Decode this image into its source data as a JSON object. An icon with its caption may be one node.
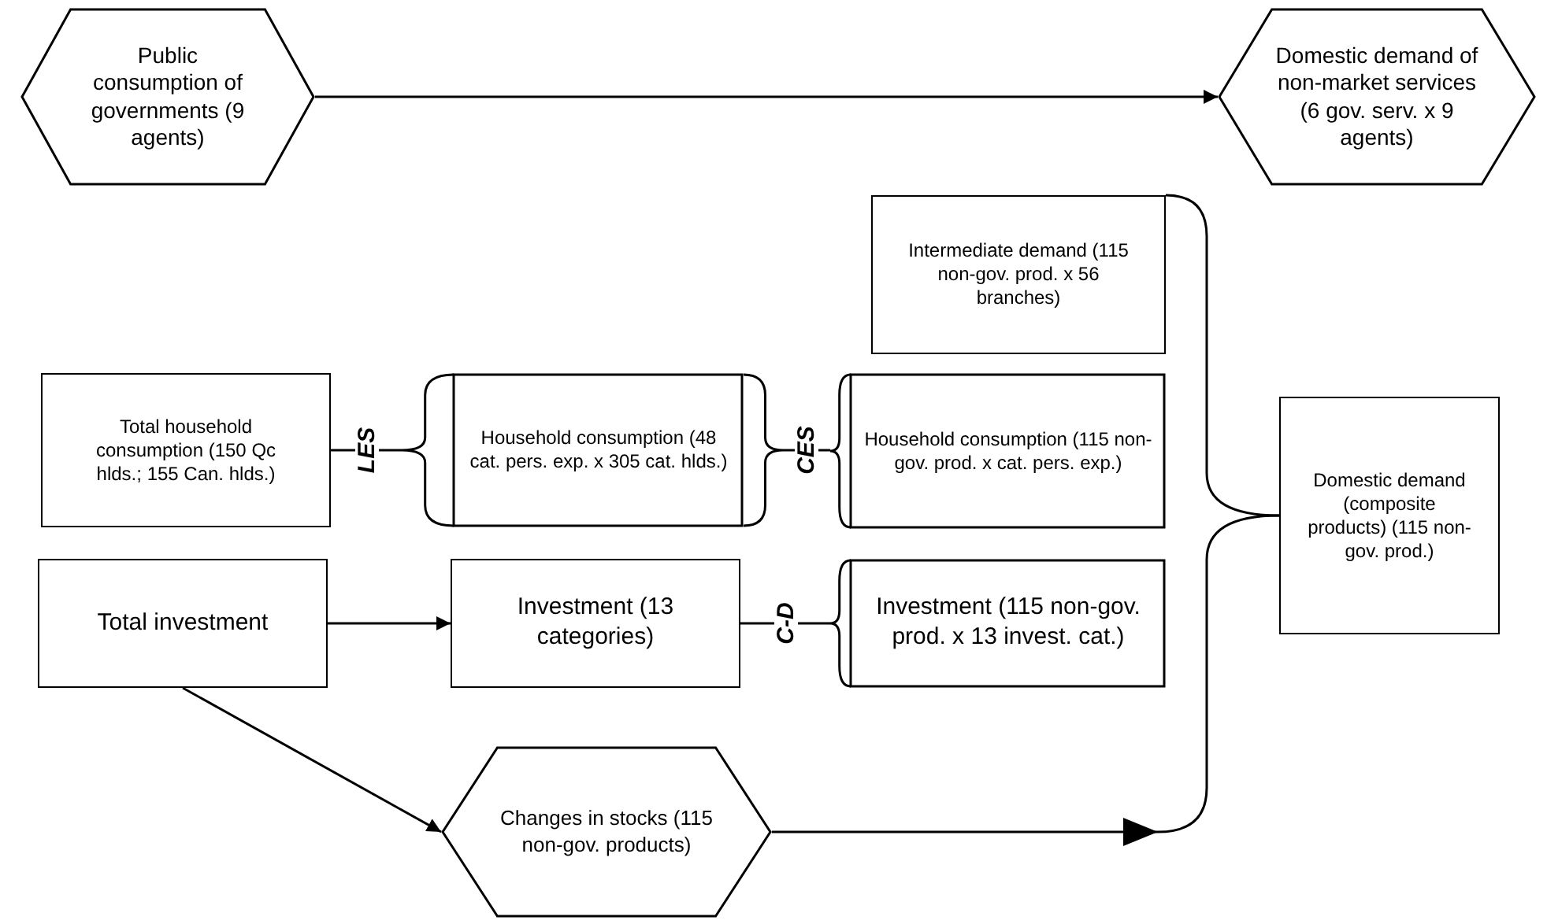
{
  "diagram": {
    "nodes": [
      {
        "text": [
          "Public consumption of governments (9 agents)"
        ]
      },
      {
        "text": [
          "Domestic demand of non-market services (6 gov. serv. x 9 agents)"
        ]
      },
      {
        "text": [
          "Intermediate demand (115 non-gov. prod. x 56 branches)"
        ]
      },
      {
        "text": [
          "Total household consumption (150 Qc hlds.; 155 Can. hlds.)"
        ]
      },
      {
        "text": [
          "Household consumption (48 cat. pers. exp. x 305 cat. hlds.)"
        ]
      },
      {
        "text": [
          "Household consumption (115 non-gov. prod. x cat. pers. exp.)"
        ]
      },
      {
        "text": [
          "Domestic demand (composite products) (115 non-gov. prod.)"
        ]
      },
      {
        "text": [
          "Total investment"
        ]
      },
      {
        "text": [
          "Investment (13 categories)"
        ]
      },
      {
        "text": [
          "Investment (115 non-gov. prod. x 13 invest. cat.)"
        ]
      },
      {
        "text": [
          "Changes in stocks (115 non-gov. products)"
        ]
      }
    ],
    "edges": [
      {
        "from": 0,
        "to": 1,
        "arrow": "to"
      },
      {
        "from": 3,
        "to": 4,
        "arrow": "none",
        "label": "LES"
      },
      {
        "from": 4,
        "to": 5,
        "arrow": "none",
        "label": "CES"
      },
      {
        "from": 7,
        "to": 8,
        "arrow": "to"
      },
      {
        "from": 8,
        "to": 9,
        "arrow": "none",
        "label": "C-D"
      },
      {
        "from": 7,
        "to": 10,
        "arrow": "to"
      },
      {
        "from": 2,
        "to": 6,
        "arrow": "none"
      },
      {
        "from": 10,
        "to": 6,
        "arrow": "to"
      }
    ]
  }
}
